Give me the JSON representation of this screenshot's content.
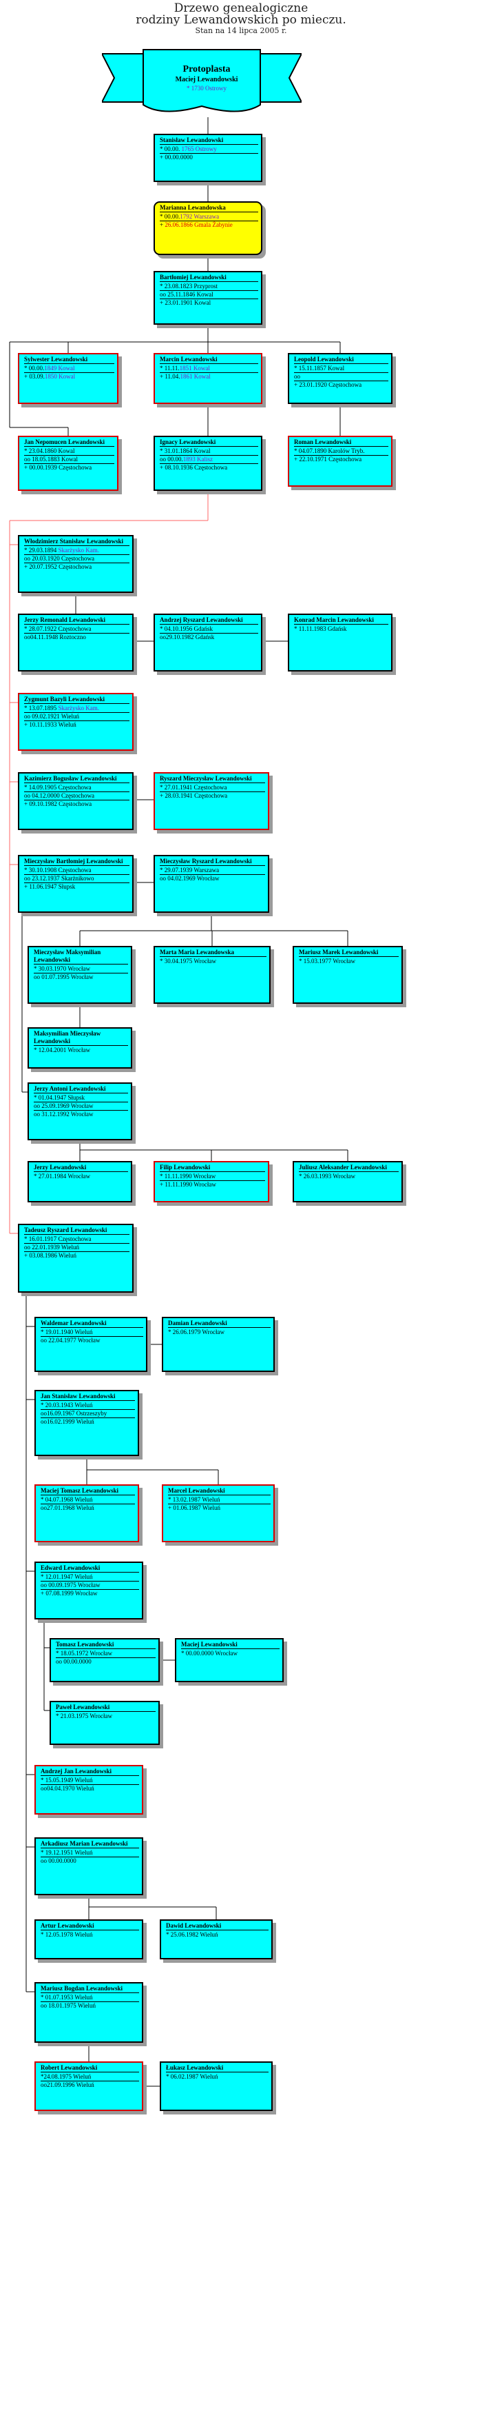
{
  "header": {
    "title_line1": "Drzewo genealogiczne",
    "title_line2": "rodziny Lewandowskich po mieczu.",
    "state": "Stan na 14 lipca 2005 r."
  },
  "banner": {
    "label": "Protoplasta",
    "name": "Maciej Lewandowski",
    "birth": "* 1730 Ostrowy"
  },
  "colors": {
    "box_fill": "#00ffff",
    "highlight_fill": "#ffff00",
    "highlight_border": "#d40000",
    "connector": "#000000",
    "line_of_descent": "#ff6666"
  },
  "persons": [
    {
      "id": "stanislaw1",
      "name": "Stanisław Lewandowski",
      "rows": [
        {
          "t": "* 00.00. ",
          "v": "1765 Ostrowy",
          "c": "pur"
        },
        {
          "t": "+ 00.00.0000",
          "v": "",
          "c": ""
        }
      ]
    },
    {
      "id": "marianna",
      "name": "Marianna Lewandowska",
      "rows": [
        {
          "t": "* 00.00.",
          "v": "1792 Warszawa",
          "c": "pur"
        },
        {
          "t": "+ ",
          "v": "26.06.1866 Gmala Żabynie",
          "c": "red"
        }
      ]
    },
    {
      "id": "bartlomiej1",
      "name": "Bartłomiej Lewandowski",
      "rows": [
        {
          "t": "* 23.08.1823 Przyprost",
          "v": "",
          "c": ""
        },
        {
          "t": "oo 25.11.1846 Kowal",
          "v": "",
          "c": ""
        },
        {
          "t": "+ 23.01.1901 Kowal",
          "v": "",
          "c": ""
        }
      ]
    },
    {
      "id": "sylwester",
      "name": "Sylwester Lewandowski",
      "rows": [
        {
          "t": "* 00.00.",
          "v": "1849 Kowal",
          "c": "pur"
        },
        {
          "t": "+ 03.09.",
          "v": "1850 Kowal",
          "c": "pur"
        }
      ]
    },
    {
      "id": "marcin",
      "name": "Marcin Lewandowski",
      "rows": [
        {
          "t": "* 11.11.",
          "v": "1851 Kowal",
          "c": "pur"
        },
        {
          "t": "+ 11.04.",
          "v": "1861 Kowal",
          "c": "pur"
        }
      ]
    },
    {
      "id": "leopold",
      "name": "Leopold Lewandowski",
      "rows": [
        {
          "t": "* 15.11.1857 Kowal",
          "v": "",
          "c": ""
        },
        {
          "t": "oo",
          "v": "",
          "c": ""
        },
        {
          "t": "+ 23.01.1920 Częstochowa",
          "v": "",
          "c": ""
        }
      ]
    },
    {
      "id": "jan_nep",
      "name": "Jan Nepomucen Lewandowski",
      "rows": [
        {
          "t": "* 23.04.1860 Kowal",
          "v": "",
          "c": ""
        },
        {
          "t": "oo 18.05.1883 Kowal",
          "v": "",
          "c": ""
        },
        {
          "t": "+ 00.00.1939 Częstochowa",
          "v": "",
          "c": ""
        }
      ]
    },
    {
      "id": "ignacy",
      "name": "Ignacy Lewandowski",
      "rows": [
        {
          "t": "* 31.01.1864 Kowal",
          "v": "",
          "c": ""
        },
        {
          "t": "oo 00.00.",
          "v": "1893 Kalisz",
          "c": "pur"
        },
        {
          "t": "+ 08.10.1936 Częstochowa",
          "v": "",
          "c": ""
        }
      ]
    },
    {
      "id": "roman",
      "name": "Roman Lewandowski",
      "rows": [
        {
          "t": "* 04.07.1890 Karolów Tryb.",
          "v": "",
          "c": ""
        },
        {
          "t": "+ 22.10.1971 Częstochowa",
          "v": "",
          "c": ""
        }
      ]
    },
    {
      "id": "wlodzimierz",
      "name": "Włodzimierz Stanisław Lewandowski",
      "rows": [
        {
          "t": "* 29.03.1894 ",
          "v": "Skarżysko Kam.",
          "c": "pur"
        },
        {
          "t": "oo 20.03.1920 Częstochowa",
          "v": "",
          "c": ""
        },
        {
          "t": "+ 20.07.1952 Częstochowa",
          "v": "",
          "c": ""
        }
      ]
    },
    {
      "id": "jerzy_r",
      "name": "Jerzy Remonald Lewandowski",
      "rows": [
        {
          "t": "* 28.07.1922 Częstochowa",
          "v": "",
          "c": ""
        },
        {
          "t": "oo04.11.1948 Roztoczno",
          "v": "",
          "c": ""
        }
      ]
    },
    {
      "id": "andrzej_r",
      "name": "Andrzej Ryszard Lewandowski",
      "rows": [
        {
          "t": "* 04.10.1956 Gdańsk",
          "v": "",
          "c": ""
        },
        {
          "t": "oo29.10.1982 Gdańsk",
          "v": "",
          "c": ""
        }
      ]
    },
    {
      "id": "konrad",
      "name": "Konrad Marcin Lewandowski",
      "rows": [
        {
          "t": "* 11.11.1983 Gdańsk",
          "v": "",
          "c": ""
        }
      ]
    },
    {
      "id": "zygmunt",
      "name": "Zygmunt Bazyli Lewandowski",
      "rows": [
        {
          "t": "* 13.07.1895 ",
          "v": "Skarżysko Kam.",
          "c": "pur"
        },
        {
          "t": "oo 09.02.1921 Wieluń",
          "v": "",
          "c": ""
        },
        {
          "t": "+ 10.11.1933 Wieluń",
          "v": "",
          "c": ""
        }
      ]
    },
    {
      "id": "kazimierz",
      "name": "Kazimierz Bogusław Lewandowski",
      "rows": [
        {
          "t": "* 14.09.1905 Częstochowa",
          "v": "",
          "c": ""
        },
        {
          "t": "oo 04.12.0000 Częstochowa",
          "v": "",
          "c": ""
        },
        {
          "t": "+ 09.10.1982 Częstochowa",
          "v": "",
          "c": ""
        }
      ]
    },
    {
      "id": "ryszard_m",
      "name": "Ryszard Mieczysław Lewandowski",
      "rows": [
        {
          "t": "* 27.01.1941 Częstochowa",
          "v": "",
          "c": ""
        },
        {
          "t": "+ 28.03.1941 Częstochowa",
          "v": "",
          "c": ""
        }
      ]
    },
    {
      "id": "mieczyslaw_b",
      "name": "Mieczysław Bartłomiej Lewandowski",
      "rows": [
        {
          "t": "* 30.10.1908 Częstochowa",
          "v": "",
          "c": ""
        },
        {
          "t": "oo 23.12.1937 Skarżnikowo",
          "v": "",
          "c": ""
        },
        {
          "t": "+ 11.06.1947 Słupsk",
          "v": "",
          "c": ""
        }
      ]
    },
    {
      "id": "mieczyslaw_r",
      "name": "Mieczysław Ryszard Lewandowski",
      "rows": [
        {
          "t": "* 29.07.1939 Warszawa",
          "v": "",
          "c": ""
        },
        {
          "t": "oo 04.02.1969 Wrocław",
          "v": "",
          "c": ""
        }
      ]
    },
    {
      "id": "mieczyslaw_mx",
      "name": "Mieczysław Maksymilian Lewandowski",
      "rows": [
        {
          "t": "* 30.03.1970 Wrocław",
          "v": "",
          "c": ""
        },
        {
          "t": "oo 01.07.1995 Wrocław",
          "v": "",
          "c": ""
        }
      ]
    },
    {
      "id": "marta",
      "name": "Marta Maria Lewandowska",
      "rows": [
        {
          "t": "* 30.04.1975 Wrocław",
          "v": "",
          "c": ""
        }
      ]
    },
    {
      "id": "mariusz_m",
      "name": "Mariusz Marek Lewandowski",
      "rows": [
        {
          "t": "* 15.03.1977 Wrocław",
          "v": "",
          "c": ""
        }
      ]
    },
    {
      "id": "maksymilian",
      "name": "Maksymilian Mieczysław Lewandowski",
      "rows": [
        {
          "t": "* 12.04.2001 Wrocław",
          "v": "",
          "c": ""
        }
      ]
    },
    {
      "id": "jerzy_a",
      "name": "Jerzy Antoni Lewandowski",
      "rows": [
        {
          "t": "* 01.04.1947 Słupsk",
          "v": "",
          "c": ""
        },
        {
          "t": "oo 25.09.1969 Wrocław",
          "v": "",
          "c": ""
        },
        {
          "t": "oo 31.12.1992 Wrocław",
          "v": "",
          "c": ""
        }
      ]
    },
    {
      "id": "jerzy",
      "name": "Jerzy Lewandowski",
      "rows": [
        {
          "t": "* 27.01.1984 Wrocław",
          "v": "",
          "c": ""
        }
      ]
    },
    {
      "id": "filip",
      "name": "Filip Lewandowski",
      "rows": [
        {
          "t": "* 11.11.1990 Wrocław",
          "v": "",
          "c": ""
        },
        {
          "t": "+ 11.11.1990 Wrocław",
          "v": "",
          "c": ""
        }
      ]
    },
    {
      "id": "juliusz",
      "name": "Juliusz Aleksander Lewandowski",
      "rows": [
        {
          "t": "* 26.03.1993 Wrocław",
          "v": "",
          "c": ""
        }
      ]
    },
    {
      "id": "tadeusz",
      "name": "Tadeusz Ryszard Lewandowski",
      "rows": [
        {
          "t": "* 16.01.1917 Częstochowa",
          "v": "",
          "c": ""
        },
        {
          "t": "oo 22.01.1939 Wieluń",
          "v": "",
          "c": ""
        },
        {
          "t": "+ 03.08.1986 Wieluń",
          "v": "",
          "c": ""
        }
      ]
    },
    {
      "id": "waldemar",
      "name": "Waldemar Lewandowski",
      "rows": [
        {
          "t": "* 19.01.1940 Wieluń",
          "v": "",
          "c": ""
        },
        {
          "t": "oo 22.04.1977 Wrocław",
          "v": "",
          "c": ""
        }
      ]
    },
    {
      "id": "damian",
      "name": "Damian Lewandowski",
      "rows": [
        {
          "t": "* 26.06.1979 Wrocław",
          "v": "",
          "c": ""
        }
      ]
    },
    {
      "id": "jan_s",
      "name": "Jan Stanisław Lewandowski",
      "rows": [
        {
          "t": "* 20.03.1943 Wieluń",
          "v": "",
          "c": ""
        },
        {
          "t": "oo16.09.1967 Ostrzeszyby",
          "v": "",
          "c": ""
        },
        {
          "t": "oo16.02.1999 Wieluń",
          "v": "",
          "c": ""
        }
      ]
    },
    {
      "id": "maciej_t",
      "name": "Maciej Tomasz Lewandowski",
      "rows": [
        {
          "t": "* 04.07.1968 Wieluń",
          "v": "",
          "c": ""
        },
        {
          "t": "oo27.01.1968 Wieluń",
          "v": "",
          "c": ""
        }
      ]
    },
    {
      "id": "marcel",
      "name": "Marcel Lewandowski",
      "rows": [
        {
          "t": "* 13.02.1987 Wieluń",
          "v": "",
          "c": ""
        },
        {
          "t": "+ 01.06.1987 Wieluń",
          "v": "",
          "c": ""
        }
      ]
    },
    {
      "id": "edward",
      "name": "Edward Lewandowski",
      "rows": [
        {
          "t": "* 12.01.1947 Wieluń",
          "v": "",
          "c": ""
        },
        {
          "t": "oo 00.09.1975 Wrocław",
          "v": "",
          "c": ""
        },
        {
          "t": "+ 07.08.1999 Wrocław",
          "v": "",
          "c": ""
        }
      ]
    },
    {
      "id": "tomasz",
      "name": "Tomasz Lewandowski",
      "rows": [
        {
          "t": "* 18.05.1972 Wrocław",
          "v": "",
          "c": ""
        },
        {
          "t": "oo 00.00.0000",
          "v": "",
          "c": ""
        }
      ]
    },
    {
      "id": "maciej",
      "name": "Maciej Lewandowski",
      "rows": [
        {
          "t": "* 00.00.0000 Wrocław",
          "v": "",
          "c": ""
        }
      ]
    },
    {
      "id": "pawel",
      "name": "Paweł Lewandowski",
      "rows": [
        {
          "t": "* 21.03.1975 Wrocław",
          "v": "",
          "c": ""
        }
      ]
    },
    {
      "id": "andrzej_j",
      "name": "Andrzej Jan Lewandowski",
      "rows": [
        {
          "t": "* 15.05.1949 Wieluń",
          "v": "",
          "c": ""
        },
        {
          "t": "oo04.04.1970 Wieluń",
          "v": "",
          "c": ""
        }
      ]
    },
    {
      "id": "arkadiusz",
      "name": "Arkadiusz Marian Lewandowski",
      "rows": [
        {
          "t": "* 19.12.1951 Wieluń",
          "v": "",
          "c": ""
        },
        {
          "t": "oo 00.00.0000",
          "v": "",
          "c": ""
        }
      ]
    },
    {
      "id": "artur",
      "name": "Artur Lewandowski",
      "rows": [
        {
          "t": "* 12.05.1978 Wieluń",
          "v": "",
          "c": ""
        }
      ]
    },
    {
      "id": "dawid",
      "name": "Dawid Lewandowski",
      "rows": [
        {
          "t": "* 25.06.1982 Wieluń",
          "v": "",
          "c": ""
        }
      ]
    },
    {
      "id": "mariusz_b",
      "name": "Mariusz Bogdan Lewandowski",
      "rows": [
        {
          "t": "* 01.07.1953 Wieluń",
          "v": "",
          "c": ""
        },
        {
          "t": "oo 18.01.1975 Wieluń",
          "v": "",
          "c": ""
        }
      ]
    },
    {
      "id": "robert",
      "name": "Robert Lewandowski",
      "rows": [
        {
          "t": "*24.08.1975 Wieluń",
          "v": "",
          "c": ""
        },
        {
          "t": "oo21.09.1996 Wieluń",
          "v": "",
          "c": ""
        }
      ]
    },
    {
      "id": "lukasz",
      "name": "Łukasz Lewandowski",
      "rows": [
        {
          "t": "* 06.02.1987 Wieluń",
          "v": "",
          "c": ""
        }
      ]
    }
  ]
}
